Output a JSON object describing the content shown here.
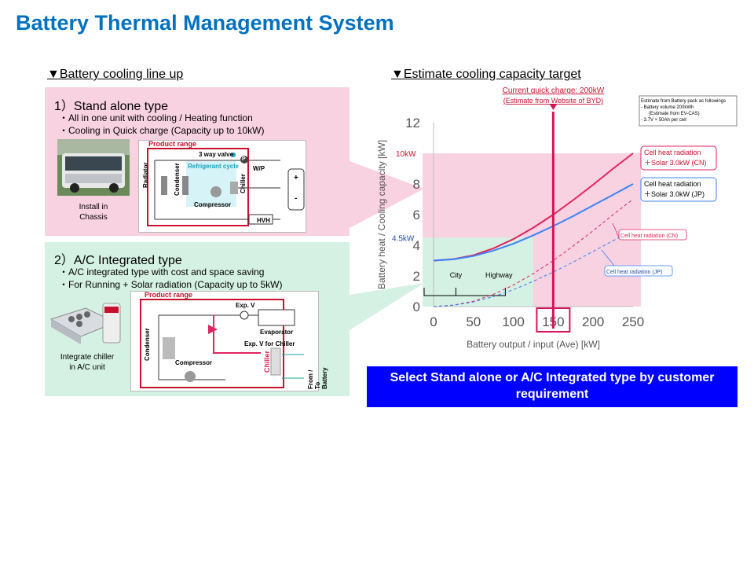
{
  "title": "Battery Thermal Management System",
  "left_section_title": "▼Battery cooling line up",
  "right_section_title": "▼Estimate cooling capacity target",
  "standalone": {
    "title": "1）Stand alone type",
    "desc1": "・All in one unit with cooling / Heating function",
    "desc2": "・Cooling in Quick charge (Capacity up to 10kW)",
    "install_l1": "Install in",
    "install_l2": "Chassis",
    "product_range": "Product range",
    "radiator": "Radiator",
    "condenser": "Condenser",
    "three_way_valve": "3 way valve",
    "refrigerant_cycle": "Refrigerant cycle",
    "compressor": "Compressor",
    "chiller": "Chiller",
    "wp": "W/P",
    "pump_p": "P",
    "hvh": "HVH",
    "plus": "+",
    "minus": "-"
  },
  "integrated": {
    "title": "2）A/C Integrated type",
    "desc1": "・A/C integrated type with cost and space saving",
    "desc2": "・For Running + Solar radiation (Capacity up to 5kW)",
    "caption_l1": "Integrate chiller",
    "caption_l2": "in A/C unit",
    "product_range": "Product range",
    "exp_v": "Exp. V",
    "evaporator": "Evaporator",
    "exp_v_chiller": "Exp. V for Chiller",
    "condenser": "Condenser",
    "compressor": "Compressor",
    "chiller": "Chiller",
    "from_to_battery": "From / To Battery"
  },
  "chart_data": {
    "type": "line",
    "xlabel": "Battery output / input (Ave) [kW]",
    "ylabel": "Battery heat / Cooling capacity [kW]",
    "xlim": [
      0,
      250
    ],
    "ylim": [
      0,
      12
    ],
    "x_ticks": [
      "0",
      "50",
      "100",
      "150",
      "200",
      "250"
    ],
    "y_ticks": [
      "0",
      "2",
      "4",
      "6",
      "8",
      "12"
    ],
    "band_10kw_label": "10kW",
    "band_10kw_value": 10,
    "band_45kw_label": "4.5kW",
    "band_45kw_value": 4.5,
    "band_45kw_x_end": 125,
    "city_label": "City",
    "highway_label": "Highway",
    "quick_charge_label": "Current quick charge: 200kW",
    "quick_charge_source": "(Estimate from Website of BYD)",
    "quick_charge_x": 150,
    "note_lines": [
      "Estimate from Battery pack as followings",
      "- Battery volume 200kWh",
      "(Estimate from EV-CAS)",
      "- 3.7V × 50Ah per cell"
    ],
    "colors": {
      "cn": "#e0245e",
      "jp": "#3b82f6",
      "pink_band": "#f9d2e1",
      "mint_band": "#d5f1e4",
      "quick_line": "#d4145a"
    },
    "series": [
      {
        "name": "Cell heat radiation ＋Solar 3.0kW (CN)",
        "style": "solid",
        "color": "#e0245e",
        "x": [
          0,
          25,
          50,
          75,
          100,
          125,
          150,
          175,
          200,
          225,
          250
        ],
        "y": [
          3.0,
          3.1,
          3.35,
          3.8,
          4.4,
          5.15,
          6.0,
          6.95,
          7.95,
          9.0,
          10.0
        ]
      },
      {
        "name": "Cell heat radiation ＋Solar 3.0kW (JP)",
        "style": "solid",
        "color": "#3b82f6",
        "x": [
          0,
          25,
          50,
          75,
          100,
          125,
          150,
          175,
          200,
          225,
          250
        ],
        "y": [
          3.0,
          3.08,
          3.3,
          3.65,
          4.1,
          4.65,
          5.25,
          5.9,
          6.6,
          7.3,
          8.0
        ]
      },
      {
        "name": "Cell heat radiation (CN)",
        "style": "dashed",
        "color": "#e0245e",
        "x": [
          0,
          25,
          50,
          75,
          100,
          125,
          150,
          175,
          200,
          225,
          250
        ],
        "y": [
          0,
          0.1,
          0.35,
          0.8,
          1.4,
          2.15,
          3.0,
          3.95,
          4.95,
          6.0,
          7.0
        ]
      },
      {
        "name": "Cell heat radiation (JP)",
        "style": "dashed",
        "color": "#3b82f6",
        "x": [
          0,
          25,
          50,
          75,
          100,
          125,
          150,
          175,
          200,
          225,
          250
        ],
        "y": [
          0,
          0.08,
          0.3,
          0.65,
          1.1,
          1.65,
          2.25,
          2.9,
          3.6,
          4.3,
          5.0
        ]
      }
    ]
  },
  "banner_text": "Select Stand alone or A/C Integrated type by customer requirement"
}
